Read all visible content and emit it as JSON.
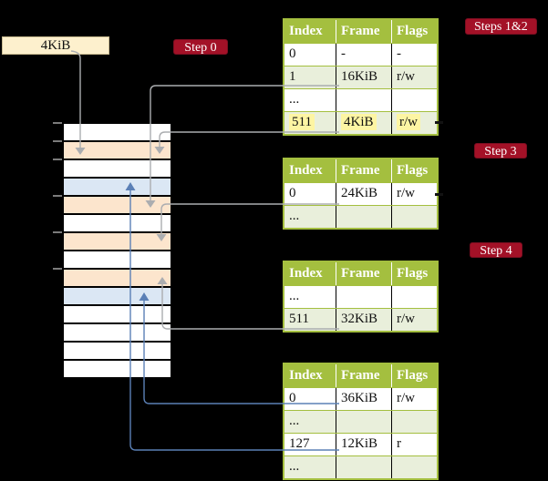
{
  "colors": {
    "olive": "#a4bf3f",
    "row_green": "#e9efdb",
    "highlight_yellow": "#fdf5a3",
    "peach": "#fce5cd",
    "light_blue": "#dbe7f4",
    "cream_box": "#fdf0cd",
    "badge_red": "#a31127",
    "arrow_gray": "#abadb0",
    "arrow_blue": "#5b80b6"
  },
  "legend_box": {
    "label": "4KiB"
  },
  "badges": {
    "step0": "Step 0",
    "steps12": "Steps 1&2",
    "step3": "Step 3",
    "step4": "Step 4"
  },
  "memory_column": {
    "rows": [
      "white",
      "peach",
      "white",
      "blue",
      "peach",
      "white",
      "peach",
      "white",
      "peach",
      "blue",
      "white",
      "white",
      "white",
      "white"
    ]
  },
  "tables": [
    {
      "headers": [
        "Index",
        "Frame",
        "Flags"
      ],
      "rows": [
        {
          "index": "0",
          "frame": "-",
          "flags": "-"
        },
        {
          "index": "1",
          "frame": "16KiB",
          "flags": "r/w"
        },
        {
          "index": "...",
          "frame": "",
          "flags": ""
        },
        {
          "index": "511",
          "frame": "4KiB",
          "flags": "r/w"
        }
      ]
    },
    {
      "headers": [
        "Index",
        "Frame",
        "Flags"
      ],
      "rows": [
        {
          "index": "0",
          "frame": "24KiB",
          "flags": "r/w"
        },
        {
          "index": "...",
          "frame": "",
          "flags": ""
        }
      ]
    },
    {
      "headers": [
        "Index",
        "Frame",
        "Flags"
      ],
      "rows": [
        {
          "index": "...",
          "frame": "",
          "flags": ""
        },
        {
          "index": "511",
          "frame": "32KiB",
          "flags": "r/w"
        }
      ]
    },
    {
      "headers": [
        "Index",
        "Frame",
        "Flags"
      ],
      "rows": [
        {
          "index": "0",
          "frame": "36KiB",
          "flags": "r/w"
        },
        {
          "index": "...",
          "frame": "",
          "flags": ""
        },
        {
          "index": "127",
          "frame": "12KiB",
          "flags": "r"
        },
        {
          "index": "...",
          "frame": "",
          "flags": ""
        }
      ]
    }
  ],
  "arrows": [
    {
      "from": "legend-box-4KiB",
      "to": "memory-row-2",
      "color": "gray"
    },
    {
      "from": "table1-row-1",
      "to": "memory-row-5",
      "color": "gray"
    },
    {
      "from": "table1-row-511",
      "to": "memory-row-2",
      "color": "gray"
    },
    {
      "from": "table2-row-0",
      "to": "memory-row-7",
      "color": "gray"
    },
    {
      "from": "table3-row-511",
      "to": "memory-row-9",
      "color": "gray"
    },
    {
      "from": "table4-row-0",
      "to": "memory-row-10",
      "color": "blue"
    },
    {
      "from": "table4-row-127",
      "to": "memory-row-4",
      "color": "blue"
    }
  ]
}
